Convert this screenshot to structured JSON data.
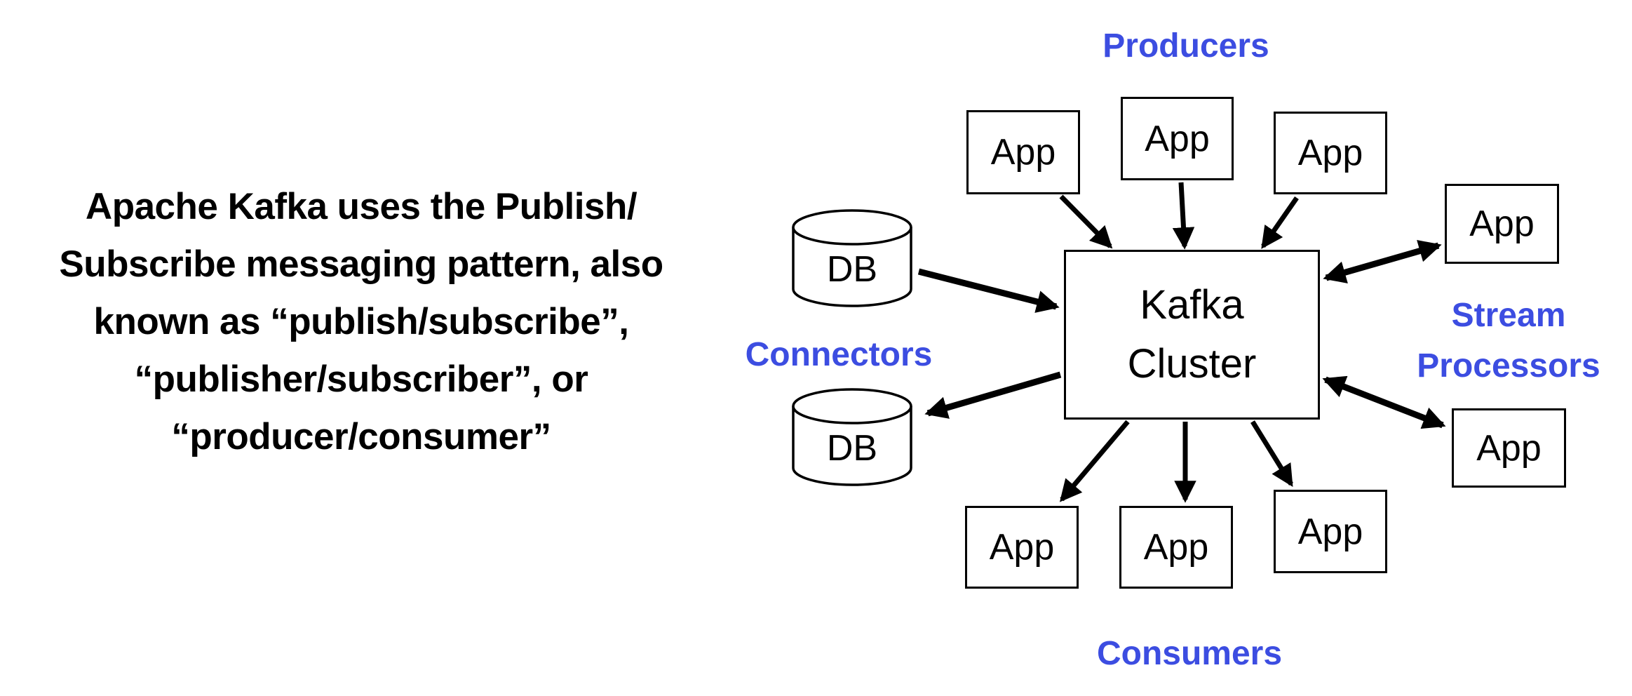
{
  "page": {
    "background": "#FFFFFF"
  },
  "intro": {
    "lines": [
      "Apache Kafka uses the Publish/",
      "Subscribe messaging pattern, also",
      "known as “publish/subscribe”,",
      "“publisher/subscriber”, or",
      "“producer/consumer”"
    ],
    "text_color": "#000000"
  },
  "diagram": {
    "colors": {
      "group_label_blue": "#3C4DE1",
      "line_black": "#000000",
      "box_fill": "#FFFFFF"
    },
    "group_labels": {
      "producers": "Producers",
      "connectors": "Connectors",
      "stream_processors": [
        "Stream",
        "Processors"
      ],
      "consumers": "Consumers"
    },
    "cluster": {
      "lines": [
        "Kafka",
        "Cluster"
      ]
    },
    "producer_apps": [
      "App",
      "App",
      "App"
    ],
    "connector_dbs": [
      "DB",
      "DB"
    ],
    "stream_apps": [
      "App",
      "App"
    ],
    "consumer_apps": [
      "App",
      "App",
      "App"
    ]
  }
}
